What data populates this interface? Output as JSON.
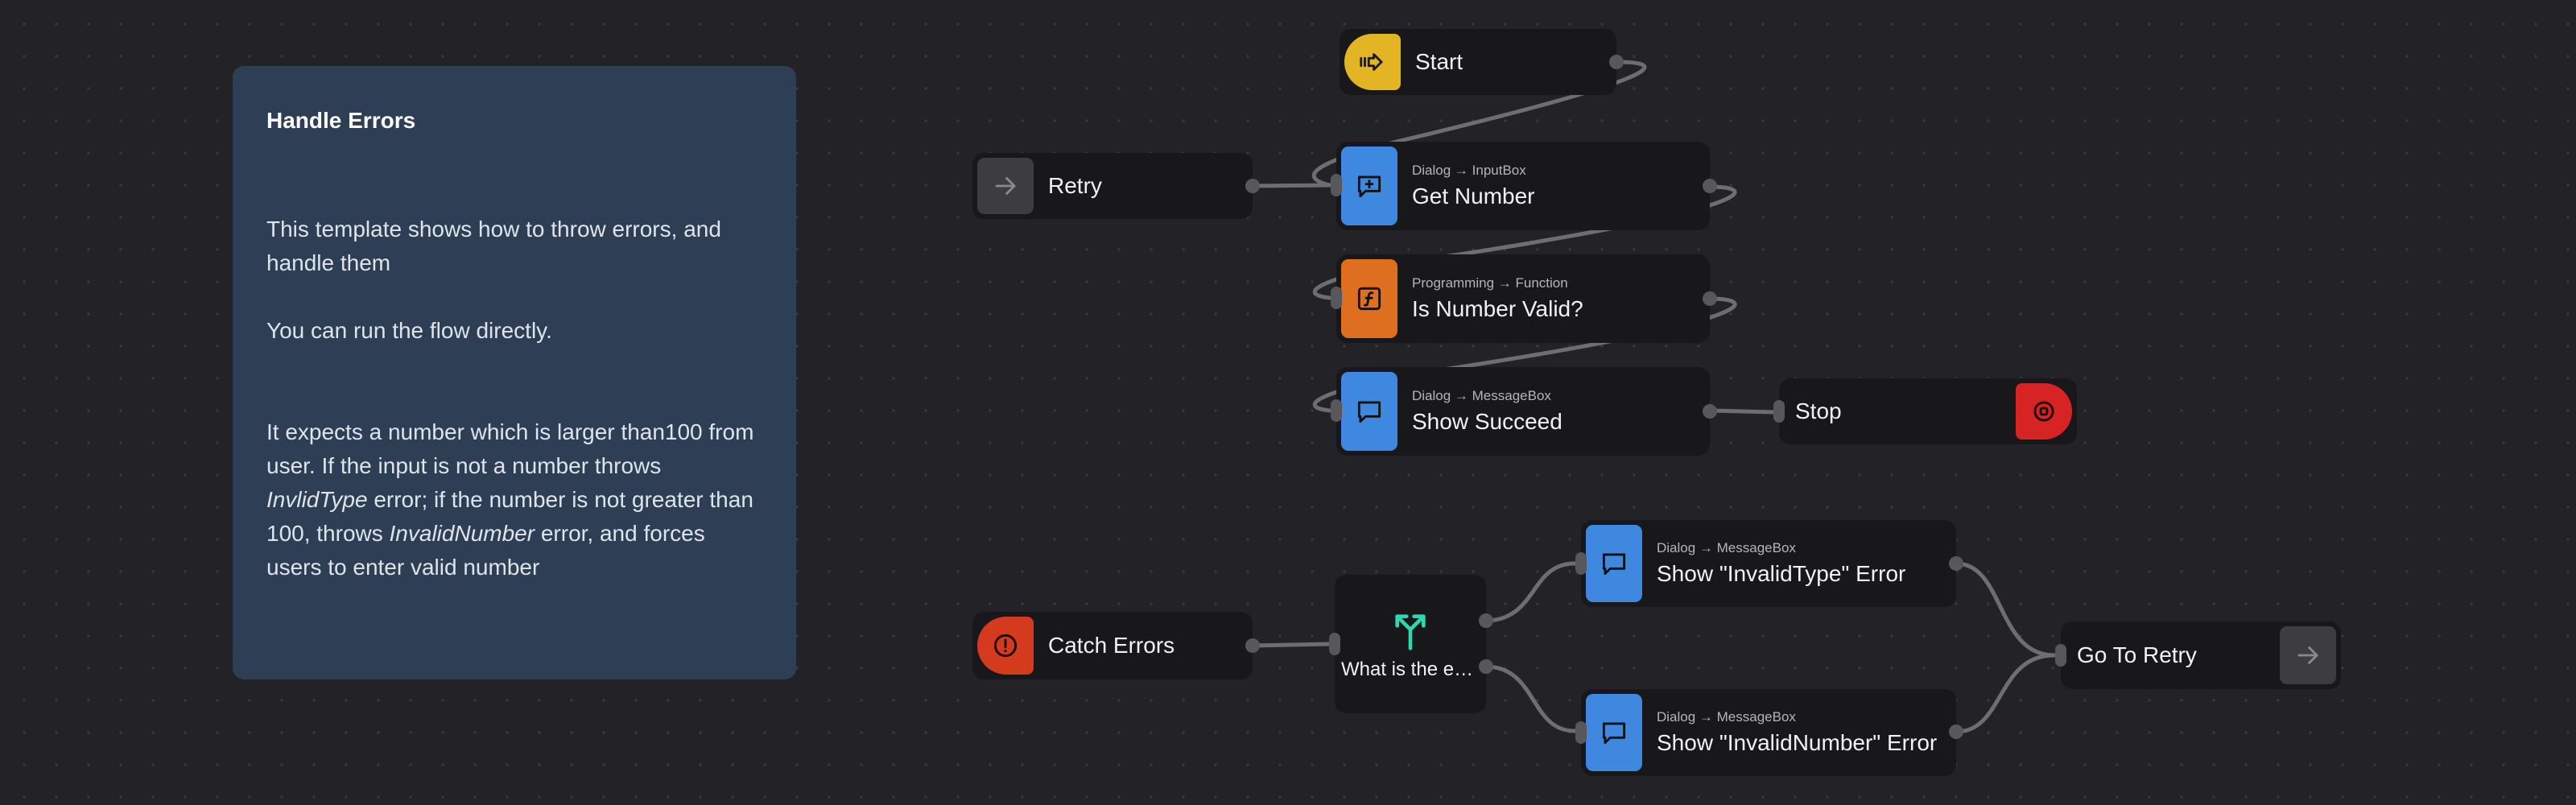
{
  "note": {
    "title": "Handle Errors",
    "p1": "This template shows how to throw errors, and handle them",
    "p2": "You can run the flow directly.",
    "p3_a": "It expects a number which is larger than100 from user. If the input is not a number throws ",
    "p3_em1": "InvlidType",
    "p3_b": " error; if the number is not greater than 100, throws ",
    "p3_em2": "InvalidNumber",
    "p3_c": " error, and forces users to enter valid number"
  },
  "nodes": {
    "start": {
      "label": "Start",
      "icon": "start-icon",
      "color": "#e3b525"
    },
    "retry": {
      "label": "Retry",
      "icon": "arrow-right-icon"
    },
    "get_number": {
      "category": "Dialog → InputBox",
      "label": "Get Number",
      "icon": "input-box-icon",
      "color": "#3f88df"
    },
    "is_valid": {
      "category": "Programming → Function",
      "label": "Is Number Valid?",
      "icon": "function-icon",
      "color": "#de6f21"
    },
    "show_succeed": {
      "category": "Dialog → MessageBox",
      "label": "Show Succeed",
      "icon": "message-icon",
      "color": "#3f88df"
    },
    "stop": {
      "label": "Stop",
      "icon": "stop-icon",
      "color": "#d62424"
    },
    "catch_errors": {
      "label": "Catch Errors",
      "icon": "alert-icon",
      "color": "#d43a1e"
    },
    "switch": {
      "label": "What is the error?",
      "icon": "split-icon",
      "color": "#2fd6b0"
    },
    "show_invalid_type": {
      "category": "Dialog → MessageBox",
      "label": "Show \"InvalidType\" Error",
      "icon": "message-icon"
    },
    "show_invalid_number": {
      "category": "Dialog → MessageBox",
      "label": "Show \"InvalidNumber\" Error",
      "icon": "message-icon"
    },
    "go_to_retry": {
      "label": "Go To Retry",
      "icon": "arrow-right-icon"
    }
  }
}
